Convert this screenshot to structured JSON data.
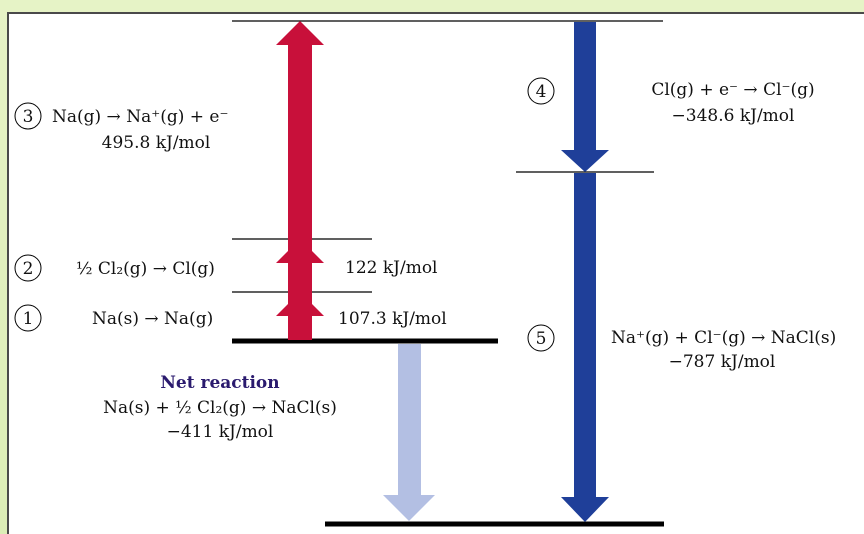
{
  "colors": {
    "ionization_arrow": "#c8103a",
    "affinity_arrow": "#1f3f99",
    "net_arrow": "#b3bfe3",
    "net_title": "#2a1a6e",
    "level_line": "#000000"
  },
  "steps": [
    {
      "num": "1",
      "reaction": "Na(s) → Na(g)",
      "energy": "107.3 kJ/mol"
    },
    {
      "num": "2",
      "reaction": "½ Cl₂(g) → Cl(g)",
      "energy": "122 kJ/mol"
    },
    {
      "num": "3",
      "reaction": "Na(g) → Na⁺(g) + e⁻",
      "energy": "495.8 kJ/mol"
    },
    {
      "num": "4",
      "reaction": "Cl(g) + e⁻ → Cl⁻(g)",
      "energy": "−348.6 kJ/mol"
    },
    {
      "num": "5",
      "reaction": "Na⁺(g) + Cl⁻(g) → NaCl(s)",
      "energy": "−787 kJ/mol"
    }
  ],
  "net": {
    "title": "Net reaction",
    "reaction": "Na(s) + ½ Cl₂(g) → NaCl(s)",
    "energy": "−411 kJ/mol"
  }
}
